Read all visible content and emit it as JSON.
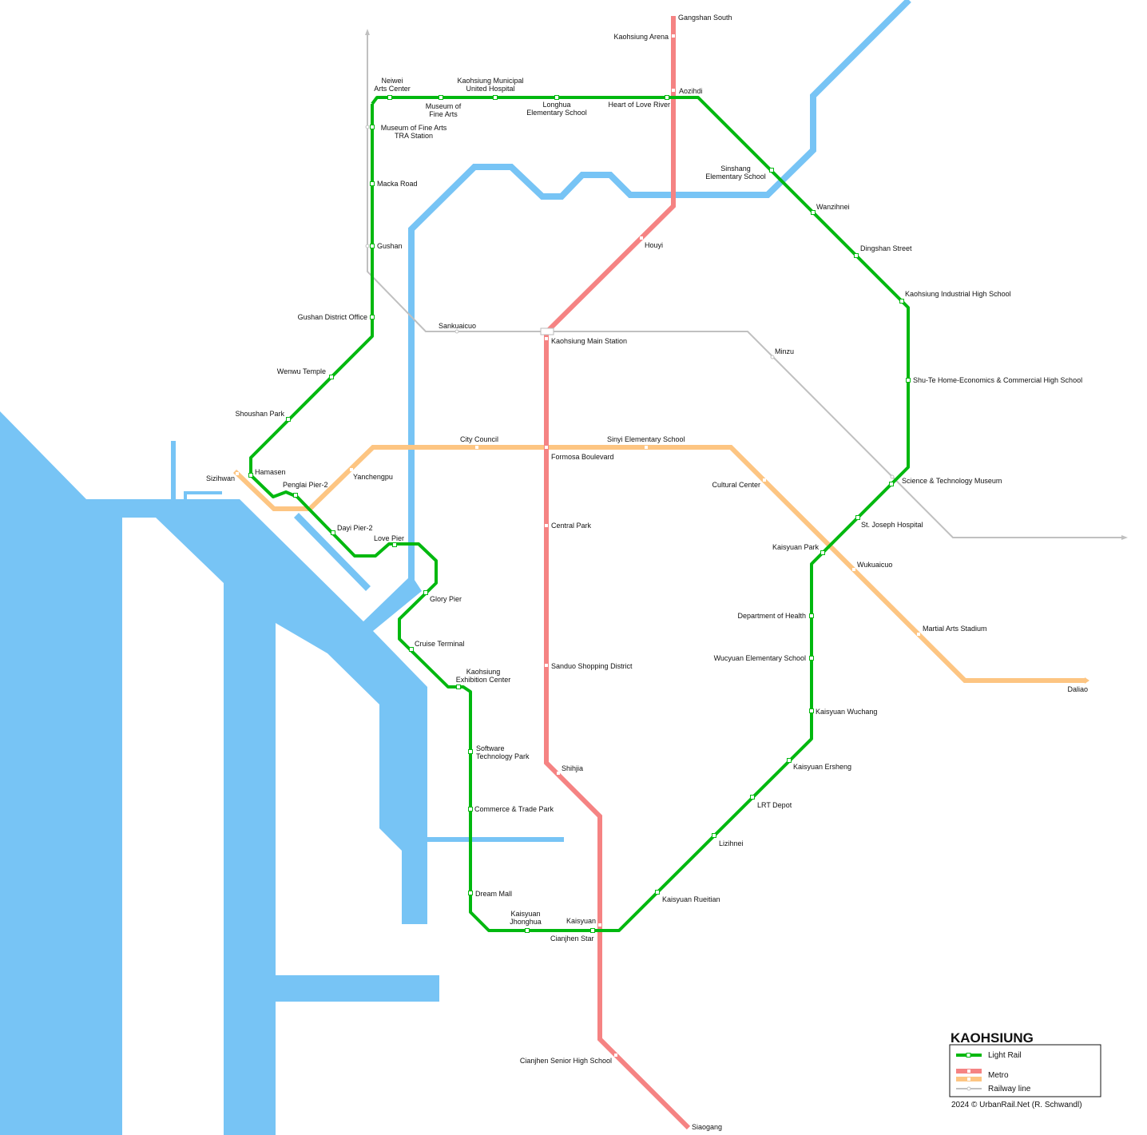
{
  "title": "KAOHSIUNG",
  "credit": "2024 © UrbanRail.Net (R. Schwandl)",
  "colors": {
    "light_rail": "#00b80f",
    "metro_red": "#f58383",
    "metro_orange": "#fdc582",
    "railway": "#c0c0c0",
    "water": "#77c4f5"
  },
  "legend": {
    "light_rail": "Light Rail",
    "metro": "Metro",
    "railway": "Railway line"
  },
  "stations": {
    "gangshan_south": "Gangshan South",
    "kaohsiung_arena": "Kaohsiung Arena",
    "aozihdi": "Aozihdi",
    "houyi": "Houyi",
    "kaohsiung_main_station": "Kaohsiung Main Station",
    "formosa_boulevard": "Formosa Boulevard",
    "central_park": "Central Park",
    "sanduo": "Sanduo Shopping District",
    "shihjia": "Shihjia",
    "kaisyuan_red": "Kaisyuan",
    "cianjhen_senior": "Cianjhen Senior High School",
    "siaogang": "Siaogang",
    "sizihwan": "Sizihwan",
    "yanchengpu": "Yanchengpu",
    "city_council": "City Council",
    "sinyi": "Sinyi Elementary School",
    "cultural_center": "Cultural Center",
    "wukuaicuo": "Wukuaicuo",
    "martial_arts": "Martial Arts Stadium",
    "daliao": "Daliao",
    "sankuaicuo": "Sankuaicuo",
    "minzu": "Minzu",
    "neiwei": "Neiwei\nArts Center",
    "museum_fine_arts": "Museum of\nFine Arts",
    "municipal_hospital": "Kaohsiung Municipal\nUnited Hospital",
    "longhua": "Longhua\nElementary School",
    "heart_love_river": "Heart of Love River",
    "museum_fine_arts_tra": "Museum of Fine Arts\nTRA Station",
    "macka_road": "Macka Road",
    "gushan": "Gushan",
    "gushan_district_office": "Gushan District Office",
    "wenwu_temple": "Wenwu Temple",
    "shoushan_park": "Shoushan Park",
    "hamasen": "Hamasen",
    "penglai_pier": "Penglai Pier-2",
    "dayi_pier": "Dayi Pier-2",
    "love_pier": "Love Pier",
    "glory_pier": "Glory Pier",
    "cruise_terminal": "Cruise Terminal",
    "exhibition_center": "Kaohsiung\nExhibition Center",
    "software_park": "Software\nTechnology Park",
    "commerce_trade": "Commerce & Trade Park",
    "dream_mall": "Dream Mall",
    "kaisyuan_jhonghua": "Kaisyuan\nJhonghua",
    "cianjhen_star": "Cianjhen Star",
    "kaisyuan_rueitian": "Kaisyuan Rueitian",
    "lizihnei": "Lizihnei",
    "lrt_depot": "LRT Depot",
    "kaisyuan_ersheng": "Kaisyuan Ersheng",
    "kaisyuan_wuchang": "Kaisyuan Wuchang",
    "wucyuan": "Wucyuan Elementary School",
    "dept_health": "Department of Health",
    "kaisyuan_park": "Kaisyuan Park",
    "st_joseph": "St. Joseph Hospital",
    "science_museum": "Science & Technology Museum",
    "shu_te": "Shu-Te Home-Economics & Commercial High School",
    "industrial_high": "Kaohsiung Industrial High School",
    "dingshan": "Dingshan Street",
    "wanzihnei": "Wanzihnei",
    "sinshang": "Sinshang\nElementary School"
  }
}
